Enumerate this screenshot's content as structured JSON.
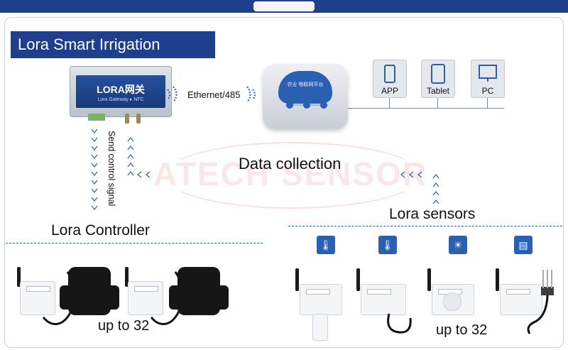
{
  "title": "Lora Smart Irrigation System",
  "watermark": "ATECH SENSOR",
  "gateway": {
    "label": "LORA网关",
    "sub": "Lora Gateway  ▸ NFC"
  },
  "link_label": "Ethernet/485",
  "cloud_text": "农业 物联网平台",
  "devices": [
    {
      "label": "APP",
      "icon": "phone-icon"
    },
    {
      "label": "Tablet",
      "icon": "tablet-icon"
    },
    {
      "label": "PC",
      "icon": "monitor-icon"
    }
  ],
  "send_control_signal": "Send control signal",
  "data_collection": "Data collection",
  "lora_controller": "Lora Controller",
  "lora_sensors": "Lora sensors",
  "controller_count": "up to 32",
  "sensor_count": "up to 32",
  "sensor_icons": [
    {
      "icon": "air-temperature-humidity-icon",
      "glyph": "🌡"
    },
    {
      "icon": "soil-temperature-icon",
      "glyph": "🌡"
    },
    {
      "icon": "light-sensor-icon",
      "glyph": "☀"
    },
    {
      "icon": "soil-moisture-icon",
      "glyph": "▤"
    }
  ],
  "colors": {
    "brand": "#1e3f8c",
    "accent": "#2a5fb2"
  }
}
